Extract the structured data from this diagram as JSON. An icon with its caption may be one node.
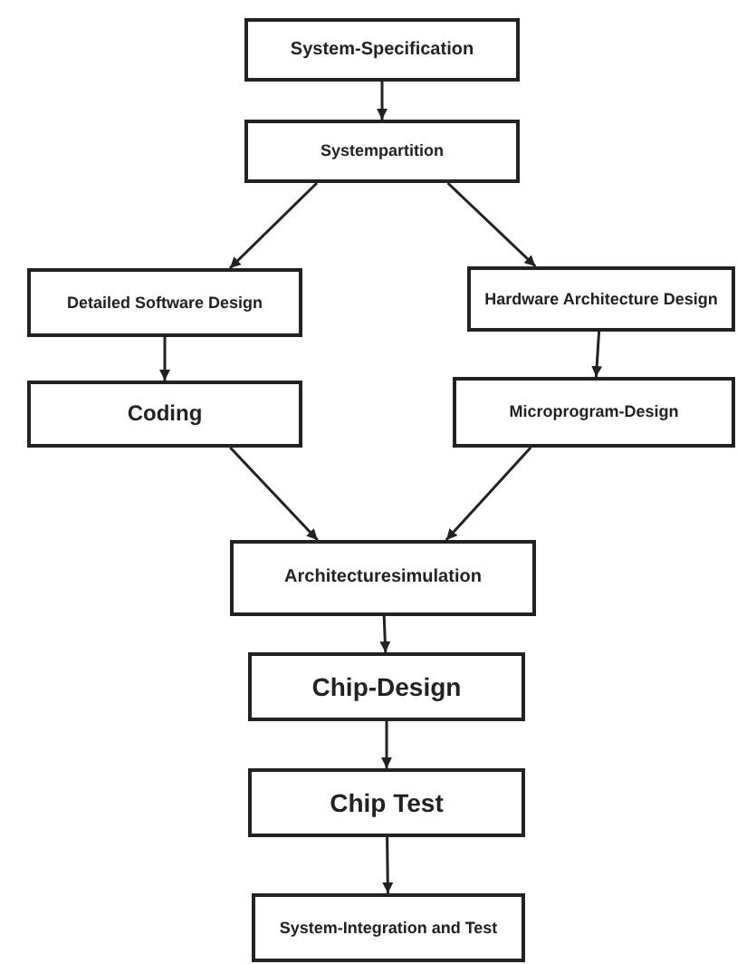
{
  "diagram": {
    "nodes": [
      {
        "text": [
          "System-Specification"
        ]
      },
      {
        "text": [
          "Systempartition"
        ]
      },
      {
        "text": [
          "Detailed Software Design"
        ]
      },
      {
        "text": [
          "Hardware Architecture Design"
        ]
      },
      {
        "text": [
          "Coding"
        ]
      },
      {
        "text": [
          "Microprogram-Design"
        ]
      },
      {
        "text": [
          "Architecturesimulation"
        ]
      },
      {
        "text": [
          "Chip-Design"
        ]
      },
      {
        "text": [
          "Chip Test"
        ]
      },
      {
        "text": [
          "System-Integration and Test"
        ]
      }
    ],
    "edges": [
      {
        "from": 0,
        "to": 1,
        "arrow": "to"
      },
      {
        "from": 1,
        "to": 2,
        "arrow": "to"
      },
      {
        "from": 1,
        "to": 3,
        "arrow": "to"
      },
      {
        "from": 2,
        "to": 4,
        "arrow": "to"
      },
      {
        "from": 3,
        "to": 5,
        "arrow": "to"
      },
      {
        "from": 4,
        "to": 6,
        "arrow": "to"
      },
      {
        "from": 5,
        "to": 6,
        "arrow": "to"
      },
      {
        "from": 6,
        "to": 7,
        "arrow": "to"
      },
      {
        "from": 7,
        "to": 8,
        "arrow": "to"
      },
      {
        "from": 8,
        "to": 9,
        "arrow": "to"
      }
    ]
  }
}
